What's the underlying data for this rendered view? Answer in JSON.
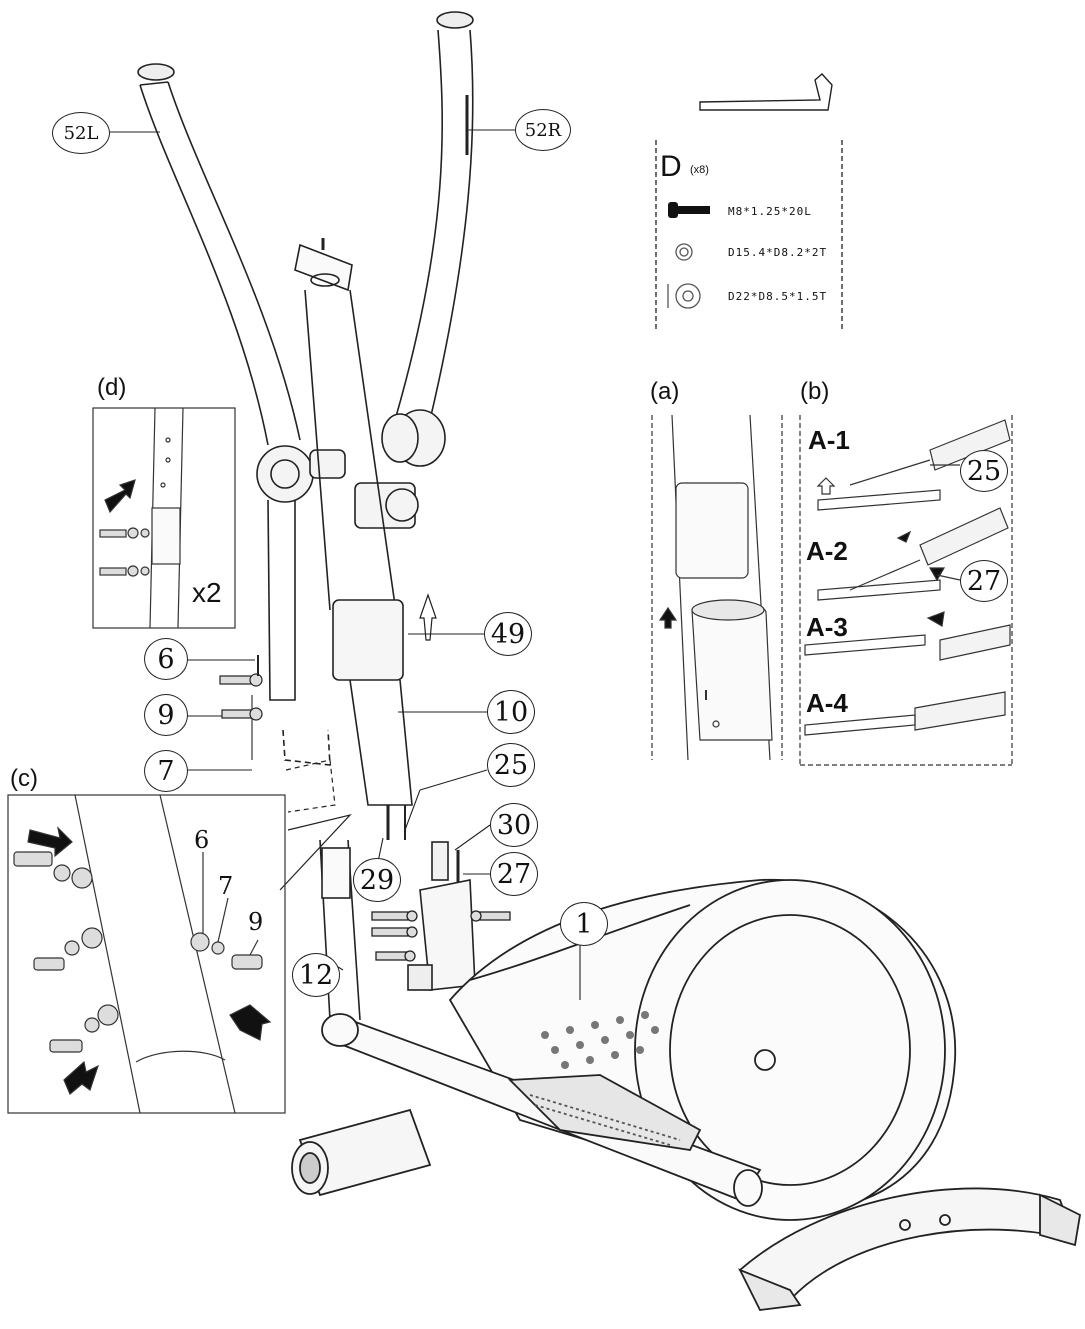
{
  "callouts": {
    "c52L": "52L",
    "c52R": "52R",
    "c49": "49",
    "c10": "10",
    "c25": "25",
    "c30": "30",
    "c27": "27",
    "c29": "29",
    "c1": "1",
    "c12": "12",
    "c6": "6",
    "c9": "9",
    "c7": "7"
  },
  "hardware_panel": {
    "letter": "D",
    "quantity": "(x8)",
    "items": [
      "M8*1.25*20L",
      "D15.4*D8.2*2T",
      "D22*D8.5*1.5T"
    ]
  },
  "detail_a": {
    "label": "(a)"
  },
  "detail_b": {
    "label": "(b)",
    "steps": [
      "A-1",
      "A-2",
      "A-3",
      "A-4"
    ],
    "callout_25": "25",
    "callout_27": "27"
  },
  "detail_c": {
    "label": "(c)",
    "callout_6": "6",
    "callout_7": "7",
    "callout_9": "9"
  },
  "detail_d": {
    "label": "(d)",
    "multiplier": "x2"
  }
}
